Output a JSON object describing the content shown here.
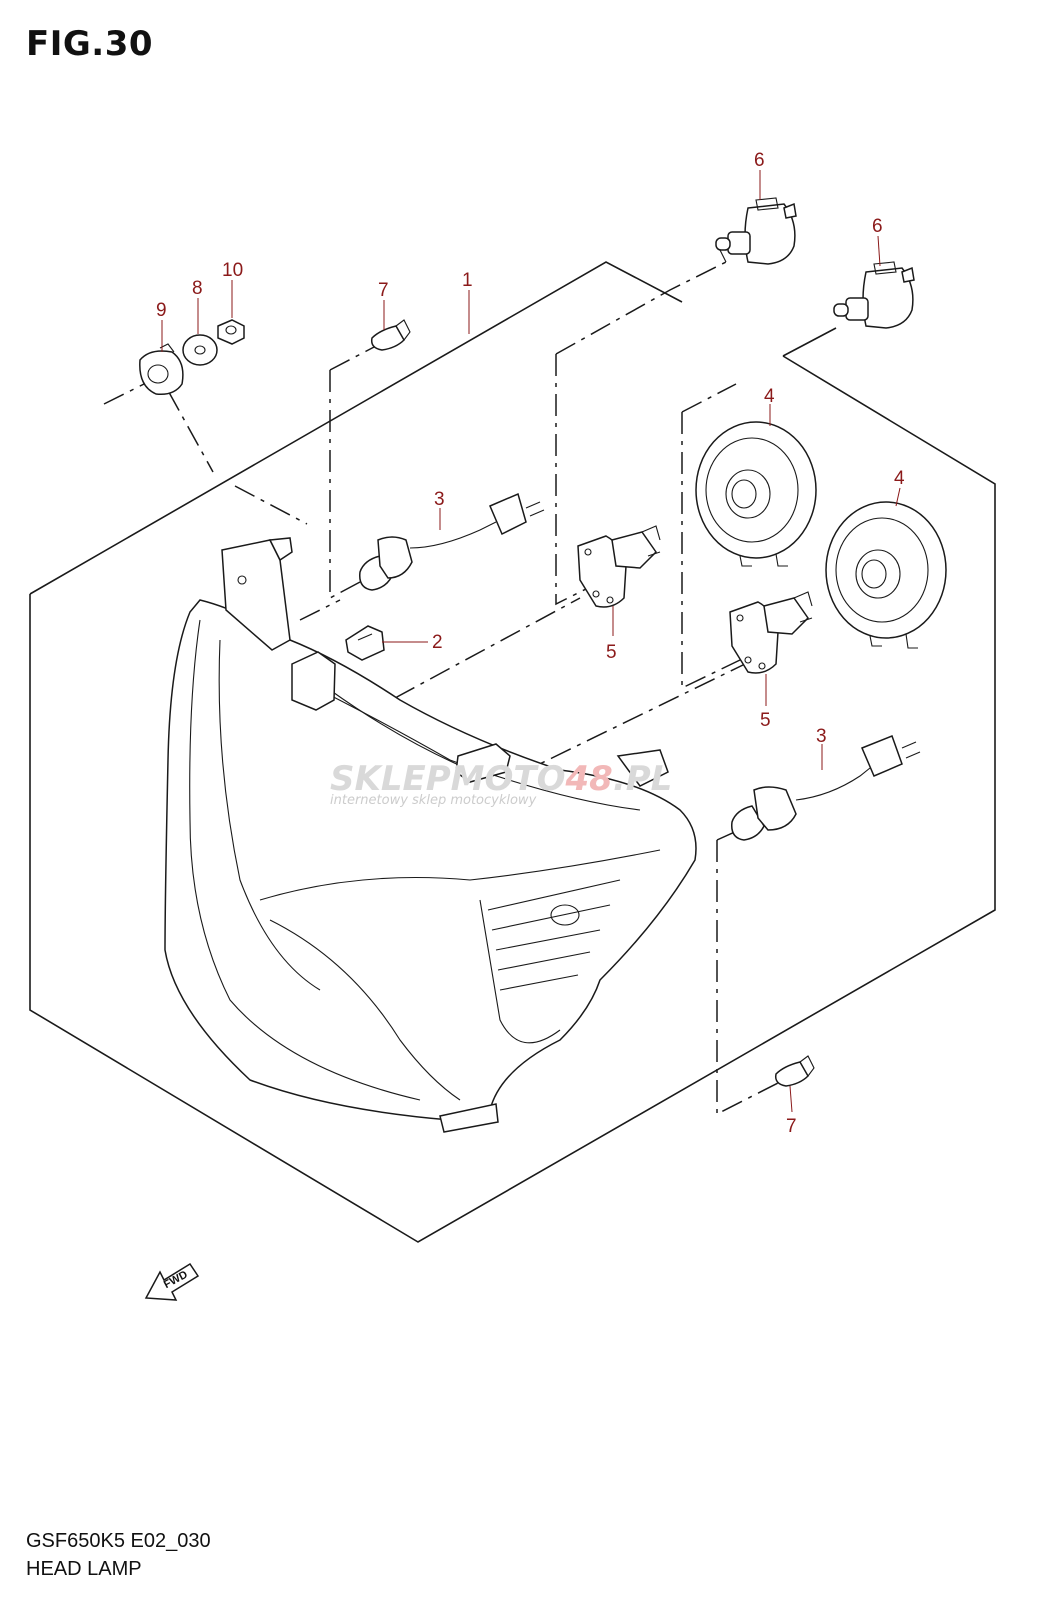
{
  "figure": {
    "title": "FIG.30",
    "model_code": "GSF650K5 E02_030",
    "name": "HEAD LAMP"
  },
  "callouts": [
    {
      "id": "c1",
      "label": "1"
    },
    {
      "id": "c2",
      "label": "2"
    },
    {
      "id": "c3a",
      "label": "3"
    },
    {
      "id": "c3b",
      "label": "3"
    },
    {
      "id": "c4a",
      "label": "4"
    },
    {
      "id": "c4b",
      "label": "4"
    },
    {
      "id": "c5a",
      "label": "5"
    },
    {
      "id": "c5b",
      "label": "5"
    },
    {
      "id": "c6a",
      "label": "6"
    },
    {
      "id": "c6b",
      "label": "6"
    },
    {
      "id": "c7a",
      "label": "7"
    },
    {
      "id": "c7b",
      "label": "7"
    },
    {
      "id": "c8",
      "label": "8"
    },
    {
      "id": "c9",
      "label": "9"
    },
    {
      "id": "c10",
      "label": "10"
    }
  ],
  "watermark": {
    "brand_part1": "SKLEP",
    "brand_part2": "MOTO",
    "brand_part3": "48",
    "brand_part4": ".PL",
    "tagline": "internetowy sklep motocyklowy"
  },
  "fwd_label": "FWD",
  "colors": {
    "callout": "#8b1a1a",
    "line": "#1a1a1a"
  }
}
